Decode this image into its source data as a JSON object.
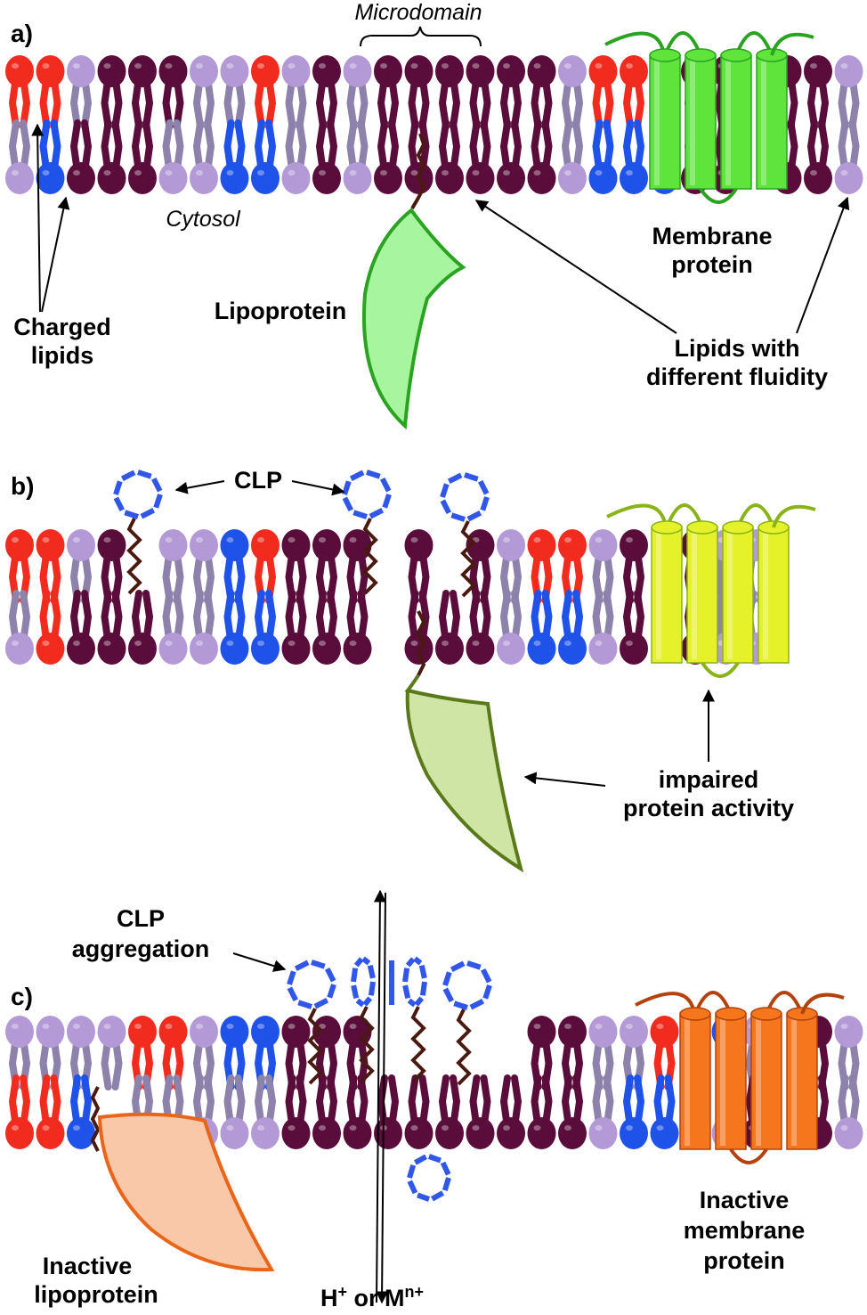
{
  "panels": [
    {
      "id": "a",
      "label": "a)"
    },
    {
      "id": "b",
      "label": "b)"
    },
    {
      "id": "c",
      "label": "c)"
    }
  ],
  "labels": {
    "microdomain": "Microdomain",
    "cytosol": "Cytosol",
    "membrane_protein_1": "Membrane",
    "membrane_protein_2": "protein",
    "lipoprotein": "Lipoprotein",
    "charged_lipids_1": "Charged",
    "charged_lipids_2": "lipids",
    "fluidity_1": "Lipids with",
    "fluidity_2": "different fluidity",
    "clp": "CLP",
    "impaired_1": "impaired",
    "impaired_2": "protein activity",
    "clp_agg_1": "CLP",
    "clp_agg_2": "aggregation",
    "ion_1": "H",
    "ion_sup1": "+",
    "ion_2": " or M",
    "ion_sup2": "n+",
    "inactive_mp_1": "Inactive",
    "inactive_mp_2": "membrane",
    "inactive_mp_3": "protein",
    "inactive_lp_1": "Inactive",
    "inactive_lp_2": "lipoprotein"
  },
  "colors": {
    "charged_red": "#f22b1f",
    "charged_blue": "#1f52e8",
    "lavender": "#b39ad6",
    "lavender_tail": "#8d82ab",
    "dark_lipid": "#5a0d3a",
    "protein_green": "#5ee43b",
    "protein_yellow": "#e5f22a",
    "protein_orange": "#f5761d",
    "lipoprotein_green": "#a8f5a0",
    "lipoprotein_olive": "#cfe5a5",
    "lipoprotein_orange": "#f8c8a8",
    "clp_blue": "#3057e8"
  },
  "membranes": [
    {
      "top": [
        "r",
        "r",
        "l",
        "d",
        "d",
        "d",
        "l",
        "l",
        "r",
        "l",
        "d",
        "l",
        "d",
        "d",
        "d",
        "d",
        "d",
        "d",
        "l",
        "r",
        "r",
        "l",
        "d",
        "d",
        "P",
        "d",
        "d",
        "l"
      ],
      "bottom": [
        "l",
        "b",
        "d",
        "d",
        "d",
        "l",
        "l",
        "b",
        "b",
        "l",
        "d",
        "l",
        "d",
        "d",
        "d",
        "d",
        "d",
        "d",
        "l",
        "b",
        "b",
        "b",
        "d",
        "d",
        "P",
        "d",
        "d",
        "l"
      ]
    },
    {
      "top": [
        "r",
        "r",
        "l",
        "d",
        "g",
        "l",
        "l",
        "b",
        "r",
        "d",
        "d",
        "d",
        "g",
        "d",
        "g",
        "d",
        "l",
        "r",
        "r",
        "l",
        "d",
        "P",
        "d",
        "l",
        "l"
      ],
      "bottom": [
        "l",
        "r",
        "d",
        "d",
        "d",
        "l",
        "l",
        "b",
        "b",
        "d",
        "d",
        "d",
        "g",
        "d",
        "d",
        "d",
        "l",
        "b",
        "b",
        "l",
        "d",
        "P",
        "d",
        "l",
        "l"
      ]
    },
    {
      "top": [
        "l",
        "l",
        "l",
        "l",
        "r",
        "r",
        "l",
        "b",
        "b",
        "d",
        "d",
        "d",
        "g",
        "g",
        "g",
        "g",
        "g",
        "d",
        "d",
        "l",
        "l",
        "r",
        "l",
        "b",
        "l",
        "P",
        "d",
        "l"
      ],
      "bottom": [
        "r",
        "r",
        "b",
        "g",
        "l",
        "l",
        "l",
        "l",
        "l",
        "d",
        "d",
        "d",
        "d",
        "d",
        "d",
        "d",
        "d",
        "d",
        "d",
        "l",
        "b",
        "b",
        "l",
        "l",
        "d",
        "P",
        "d",
        "l"
      ]
    }
  ]
}
